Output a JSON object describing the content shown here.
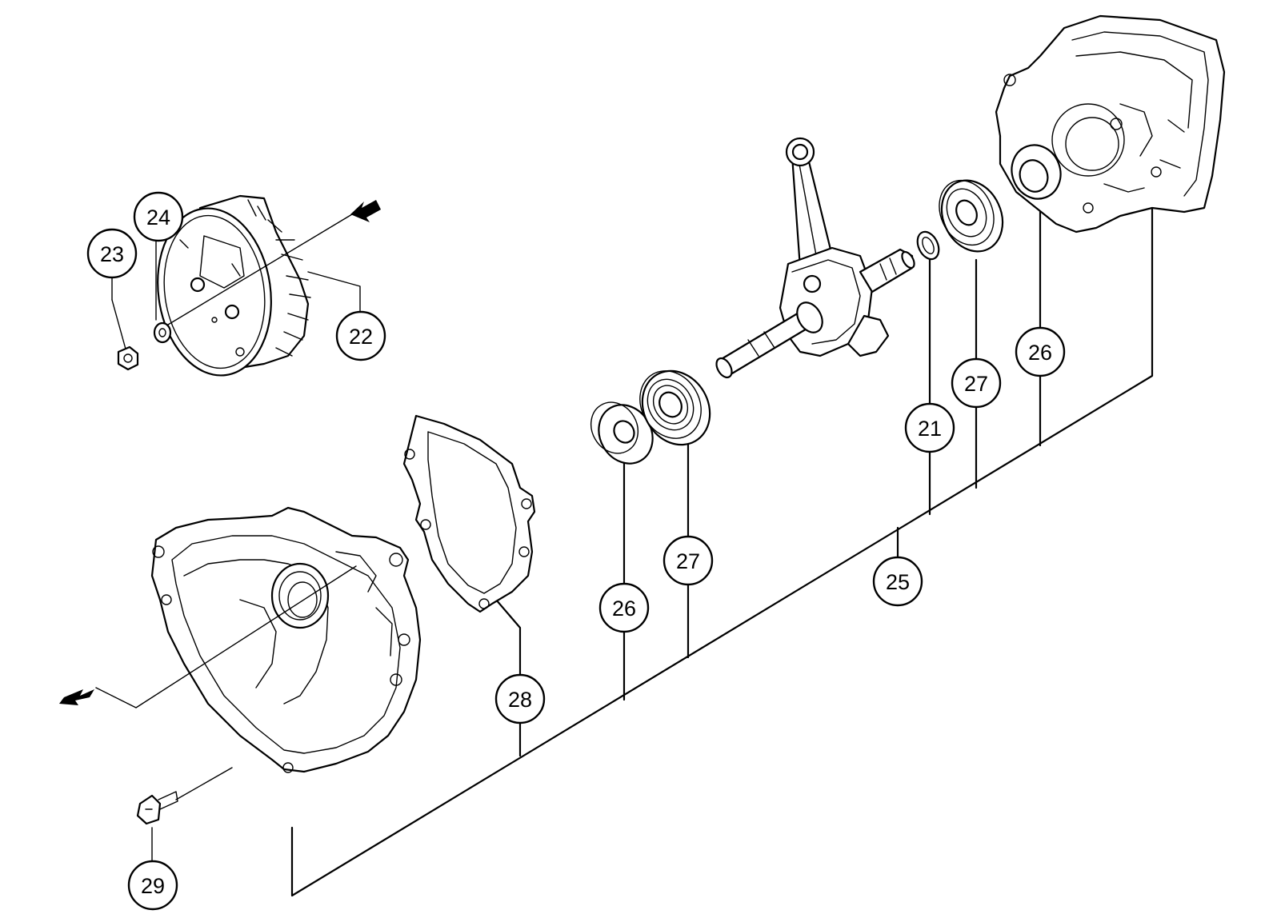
{
  "parts": [
    {
      "number": "21",
      "part": "shim-washer"
    },
    {
      "number": "22",
      "part": "flywheel"
    },
    {
      "number": "23",
      "part": "nut"
    },
    {
      "number": "24",
      "part": "washer"
    },
    {
      "number": "25",
      "part": "crankcase-assembly"
    },
    {
      "number": "26",
      "part": "oil-seal"
    },
    {
      "number": "27",
      "part": "ball-bearing"
    },
    {
      "number": "28",
      "part": "gasket"
    },
    {
      "number": "29",
      "part": "screw"
    }
  ],
  "callouts": {
    "c21": "21",
    "c22": "22",
    "c23": "23",
    "c24": "24",
    "c25": "25",
    "c26a": "26",
    "c26b": "26",
    "c27a": "27",
    "c27b": "27",
    "c28": "28",
    "c29": "29"
  }
}
